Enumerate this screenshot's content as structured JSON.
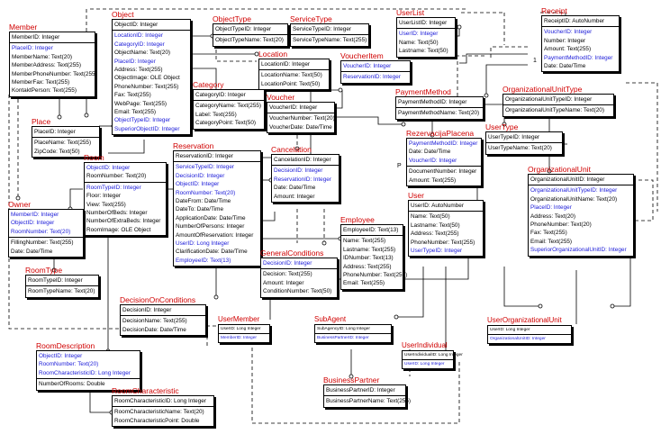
{
  "diagram": {
    "markers": {
      "one": "1",
      "many": "P"
    },
    "entities": [
      {
        "id": "member",
        "title": "Member",
        "pk": [
          {
            "t": "MemberID: Integer",
            "fk": false
          }
        ],
        "attrs": [
          {
            "t": "PlaceID: Integer",
            "fk": true
          },
          {
            "t": "MemberName: Text(20)",
            "fk": false
          },
          {
            "t": "MemberAddress: Text(255)",
            "fk": false
          },
          {
            "t": "MemberPhoneNumber: Text(255)",
            "fk": false
          },
          {
            "t": "MemberFax: Text(255)",
            "fk": false
          },
          {
            "t": "KontaktPerson: Text(255)",
            "fk": false
          }
        ]
      },
      {
        "id": "object",
        "title": "Object",
        "pk": [
          {
            "t": "ObjectID: Integer",
            "fk": false
          }
        ],
        "attrs": [
          {
            "t": "LocationID: Integer",
            "fk": true
          },
          {
            "t": "CategoryID: Integer",
            "fk": true
          },
          {
            "t": "ObjectName: Text(20)",
            "fk": false
          },
          {
            "t": "PlaceID: Integer",
            "fk": true
          },
          {
            "t": "Address: Text(255)",
            "fk": false
          },
          {
            "t": "ObjectImage: OLE Object",
            "fk": false
          },
          {
            "t": "PhoneNumber: Text(255)",
            "fk": false
          },
          {
            "t": "Fax: Text(255)",
            "fk": false
          },
          {
            "t": "WebPage: Text(255)",
            "fk": false
          },
          {
            "t": "Email: Text(255)",
            "fk": false
          },
          {
            "t": "ObjectTypeID: Integer",
            "fk": true
          },
          {
            "t": "SuperiorObjectID: Integer",
            "fk": true
          }
        ]
      },
      {
        "id": "objecttype",
        "title": "ObjectType",
        "pk": [
          {
            "t": "ObjectTypeID: Integer",
            "fk": false
          }
        ],
        "attrs": [
          {
            "t": "ObjectTypeName: Text(20)",
            "fk": false
          }
        ]
      },
      {
        "id": "servicetype",
        "title": "ServiceType",
        "pk": [
          {
            "t": "ServiceTypeID: Integer",
            "fk": false
          }
        ],
        "attrs": [
          {
            "t": "ServiceTypeName: Text(255)",
            "fk": false
          }
        ]
      },
      {
        "id": "userlist",
        "title": "UserList",
        "pk": [
          {
            "t": "UserListID: Integer",
            "fk": false
          }
        ],
        "attrs": [
          {
            "t": "UserID: Integer",
            "fk": true
          },
          {
            "t": "Name: Text(50)",
            "fk": false
          },
          {
            "t": "Lastname: Text(50)",
            "fk": false
          }
        ]
      },
      {
        "id": "receipt",
        "title": "Receipt",
        "pk": [
          {
            "t": "ReceiptID: AutoNumber",
            "fk": false
          }
        ],
        "attrs": [
          {
            "t": "VoucherID: Integer",
            "fk": true
          },
          {
            "t": "Number: Integer",
            "fk": false
          },
          {
            "t": "Amount: Text(255)",
            "fk": false
          },
          {
            "t": "PaymentMethodID: Integer",
            "fk": true
          },
          {
            "t": "Date: Date/Time",
            "fk": false
          }
        ]
      },
      {
        "id": "location",
        "title": "Location",
        "pk": [
          {
            "t": "LocationID: Integer",
            "fk": false
          }
        ],
        "attrs": [
          {
            "t": "LocationName: Text(50)",
            "fk": false
          },
          {
            "t": "LocationPoint: Text(50)",
            "fk": false
          }
        ]
      },
      {
        "id": "voucheritem",
        "title": "VoucherItem",
        "pk": [
          {
            "t": "VoucherID: Integer",
            "fk": true
          }
        ],
        "attrs": [
          {
            "t": "ReservationID: Integer",
            "fk": true
          }
        ]
      },
      {
        "id": "category",
        "title": "Category",
        "pk": [
          {
            "t": "CategoryID: Integer",
            "fk": false
          }
        ],
        "attrs": [
          {
            "t": "CategoryName: Text(255)",
            "fk": false
          },
          {
            "t": "Label: Text(255)",
            "fk": false
          },
          {
            "t": "CategoryPoint: Text(50)",
            "fk": false
          }
        ]
      },
      {
        "id": "voucher",
        "title": "Voucher",
        "pk": [
          {
            "t": "VoucherID: Integer",
            "fk": false
          }
        ],
        "attrs": [
          {
            "t": "VoucherNumber: Text(20)",
            "fk": false
          },
          {
            "t": "VoucherDate: Date/Time",
            "fk": false
          }
        ]
      },
      {
        "id": "paymentmethod",
        "title": "PaymentMethod",
        "pk": [
          {
            "t": "PaymentMethodID: Integer",
            "fk": false
          }
        ],
        "attrs": [
          {
            "t": "PaymentMethodName: Text(20)",
            "fk": false
          }
        ]
      },
      {
        "id": "orgunittype",
        "title": "OrganizationalUnitType",
        "pk": [
          {
            "t": "OrganizationalUnitTypeID: Integer",
            "fk": false
          }
        ],
        "attrs": [
          {
            "t": "OrganizationalUnitTypeName: Text(20)",
            "fk": false
          }
        ]
      },
      {
        "id": "place",
        "title": "Place",
        "pk": [
          {
            "t": "PlaceID: Integer",
            "fk": false
          }
        ],
        "attrs": [
          {
            "t": "PlaceName: Text(255)",
            "fk": false
          },
          {
            "t": "ZipCode: Text(50)",
            "fk": false
          }
        ]
      },
      {
        "id": "rezervacija",
        "title": "RezervacijaPlacena",
        "pk": [
          {
            "t": "PaymentMethodID: Integer",
            "fk": true
          },
          {
            "t": "Date: Date/Time",
            "fk": false
          },
          {
            "t": "VoucherID: Integer",
            "fk": true
          }
        ],
        "attrs": [
          {
            "t": "DocumentNumber: Integer",
            "fk": false
          },
          {
            "t": "Amount: Text(255)",
            "fk": false
          }
        ]
      },
      {
        "id": "usertype",
        "title": "UserType",
        "pk": [
          {
            "t": "UserTypeID: Integer",
            "fk": false
          }
        ],
        "attrs": [
          {
            "t": "UserTypeName: Text(20)",
            "fk": false
          }
        ]
      },
      {
        "id": "room",
        "title": "Room",
        "pk": [
          {
            "t": "ObjectID: Integer",
            "fk": true
          },
          {
            "t": "RoomNumber: Text(20)",
            "fk": false
          }
        ],
        "attrs": [
          {
            "t": "RoomTypeID: Integer",
            "fk": true
          },
          {
            "t": "Floor: Integer",
            "fk": false
          },
          {
            "t": "View: Text(255)",
            "fk": false
          },
          {
            "t": "NumberOfBeds: Integer",
            "fk": false
          },
          {
            "t": "NumberOfExtraBeds: Integer",
            "fk": false
          },
          {
            "t": "RoomImage: OLE Object",
            "fk": false
          }
        ]
      },
      {
        "id": "reservation",
        "title": "Reservation",
        "pk": [
          {
            "t": "ReservationID: Integer",
            "fk": false
          }
        ],
        "attrs": [
          {
            "t": "ServiceTypeID: Integer",
            "fk": true
          },
          {
            "t": "DecisionID: Integer",
            "fk": true
          },
          {
            "t": "ObjectID: Integer",
            "fk": true
          },
          {
            "t": "RoomNumber: Text(20)",
            "fk": true
          },
          {
            "t": "DateFrom: Date/Time",
            "fk": false
          },
          {
            "t": "DateTo: Date/Time",
            "fk": false
          },
          {
            "t": "ApplicationDate: Date/Time",
            "fk": false
          },
          {
            "t": "NumberOfPersons: Integer",
            "fk": false
          },
          {
            "t": "AmountOfReservation: Integer",
            "fk": false
          },
          {
            "t": "UserID: Long Integer",
            "fk": true
          },
          {
            "t": "ClarificationDate: Date/Time",
            "fk": false
          },
          {
            "t": "EmployeeID: Text(13)",
            "fk": true
          }
        ]
      },
      {
        "id": "cancelation",
        "title": "Cancelation",
        "pk": [
          {
            "t": "CancelationID: Integer",
            "fk": false
          }
        ],
        "attrs": [
          {
            "t": "DecisionID: Integer",
            "fk": true
          },
          {
            "t": "ReservationID: Integer",
            "fk": true
          },
          {
            "t": "Date: Date/Time",
            "fk": false
          },
          {
            "t": "Amount: Integer",
            "fk": false
          }
        ]
      },
      {
        "id": "orgunit",
        "title": "OrganizationalUnit",
        "pk": [
          {
            "t": "OrganizationalUnitID: Integer",
            "fk": false
          }
        ],
        "attrs": [
          {
            "t": "OrganizationalUnitTypeID: Integer",
            "fk": true
          },
          {
            "t": "OrganizationalUnitName: Text(20)",
            "fk": false
          },
          {
            "t": "PlaceID: Integer",
            "fk": true
          },
          {
            "t": "Address: Text(20)",
            "fk": false
          },
          {
            "t": "PhoneNumber: Text(20)",
            "fk": false
          },
          {
            "t": "Fax: Text(255)",
            "fk": false
          },
          {
            "t": "Email: Text(255)",
            "fk": false
          },
          {
            "t": "SuperiorOrganizationalUnitID: Integer",
            "fk": true
          }
        ]
      },
      {
        "id": "user",
        "title": "User",
        "pk": [
          {
            "t": "UserID: AutoNumber",
            "fk": false
          }
        ],
        "attrs": [
          {
            "t": "Name: Text(50)",
            "fk": false
          },
          {
            "t": "Lastname: Text(50)",
            "fk": false
          },
          {
            "t": "Address: Text(255)",
            "fk": false
          },
          {
            "t": "PhoneNumber: Text(255)",
            "fk": false
          },
          {
            "t": "UserTypeID: Integer",
            "fk": true
          }
        ]
      },
      {
        "id": "owner",
        "title": "Owner",
        "pk": [
          {
            "t": "MemberID: Integer",
            "fk": true
          },
          {
            "t": "ObjectID: Integer",
            "fk": true
          },
          {
            "t": "RoomNumber: Text(20)",
            "fk": true
          }
        ],
        "attrs": [
          {
            "t": "FillingNumber: Text(255)",
            "fk": false
          },
          {
            "t": "Date: Date/Time",
            "fk": false
          }
        ]
      },
      {
        "id": "employee",
        "title": "Employee",
        "pk": [
          {
            "t": "EmployeeID: Text(13)",
            "fk": false
          }
        ],
        "attrs": [
          {
            "t": "Name: Text(255)",
            "fk": false
          },
          {
            "t": "Lastname: Text(255)",
            "fk": false
          },
          {
            "t": "IDNumber: Text(13)",
            "fk": false
          },
          {
            "t": "Address: Text(255)",
            "fk": false
          },
          {
            "t": "PhoneNumber: Text(255)",
            "fk": false
          },
          {
            "t": "Email: Text(255)",
            "fk": false
          }
        ]
      },
      {
        "id": "generalconditions",
        "title": "GeneralConditions",
        "pk": [
          {
            "t": "DecisionID: Integer",
            "fk": true
          }
        ],
        "attrs": [
          {
            "t": "Decision: Text(255)",
            "fk": false
          },
          {
            "t": "Amount: Integer",
            "fk": false
          },
          {
            "t": "ConditionNumber: Text(50)",
            "fk": false
          }
        ]
      },
      {
        "id": "roomtype",
        "title": "RoomType",
        "pk": [
          {
            "t": "RoomTypeID: Integer",
            "fk": false
          }
        ],
        "attrs": [
          {
            "t": "RoomTypeName: Text(20)",
            "fk": false
          }
        ]
      },
      {
        "id": "decisiononconditions",
        "title": "DecisionOnConditions",
        "pk": [
          {
            "t": "DecisionID: Integer",
            "fk": false
          }
        ],
        "attrs": [
          {
            "t": "DecisionName: Text(255)",
            "fk": false
          },
          {
            "t": "DecisionDate: Date/Time",
            "fk": false
          }
        ]
      },
      {
        "id": "usermember",
        "title": "UserMember",
        "pk": [
          {
            "t": "UserID: Long Integer",
            "fk": false
          }
        ],
        "attrs": [
          {
            "t": "MemberID: Integer",
            "fk": true
          }
        ]
      },
      {
        "id": "subagent",
        "title": "SubAgent",
        "pk": [
          {
            "t": "SubAgencyID: Long Integer",
            "fk": false
          }
        ],
        "attrs": [
          {
            "t": "BusinessPartnerID: Integer",
            "fk": true
          }
        ]
      },
      {
        "id": "userorgunit",
        "title": "UserOrganizationalUnit",
        "pk": [
          {
            "t": "UserID: Long Integer",
            "fk": false
          }
        ],
        "attrs": [
          {
            "t": "OrganizationalUnitID: Integer",
            "fk": true
          }
        ]
      },
      {
        "id": "userindividual",
        "title": "UserIndividual",
        "pk": [
          {
            "t": "UserIndividualID: Long Integer",
            "fk": false
          }
        ],
        "attrs": [
          {
            "t": "UserID: Long Integer",
            "fk": true
          }
        ]
      },
      {
        "id": "roomdescription",
        "title": "RoomDescription",
        "pk": [
          {
            "t": "ObjectID: Integer",
            "fk": true
          },
          {
            "t": "RoomNumber: Text(20)",
            "fk": true
          },
          {
            "t": "RoomCharacteristicID: Long Integer",
            "fk": true
          }
        ],
        "attrs": [
          {
            "t": "NumberOfRooms: Double",
            "fk": false
          }
        ]
      },
      {
        "id": "businesspartner",
        "title": "BusinessPartner",
        "pk": [
          {
            "t": "BusinessPartnerID: Integer",
            "fk": false
          }
        ],
        "attrs": [
          {
            "t": "BusinessPartnerName: Text(255)",
            "fk": false
          }
        ]
      },
      {
        "id": "roomcharacteristic",
        "title": "RoomCharacteristic",
        "pk": [
          {
            "t": "RoomCharacteristicID: Long Integer",
            "fk": false
          }
        ],
        "attrs": [
          {
            "t": "RoomCharacteristicName: Text(20)",
            "fk": false
          },
          {
            "t": "RoomCharacteristicPoint: Double",
            "fk": false
          }
        ]
      }
    ]
  }
}
